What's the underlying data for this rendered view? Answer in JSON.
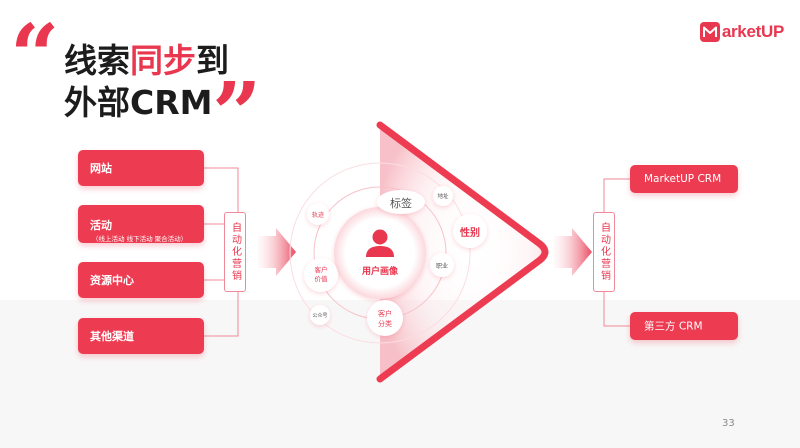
{
  "title": {
    "line1_part1": "线索",
    "line1_highlight": "同步",
    "line1_part2": "到",
    "line2": "外部CRM"
  },
  "quote_open": "“",
  "quote_close": "”",
  "logo": {
    "letter": "M",
    "text": "arketUP"
  },
  "sources": [
    {
      "label": "网站"
    },
    {
      "label": "活动",
      "sub": "（线上活动 线下活动 聚合活动）"
    },
    {
      "label": "资源中心"
    },
    {
      "label": "其他渠道"
    }
  ],
  "auto_left": "自动化营销",
  "auto_right": "自动化营销",
  "hub": {
    "center": "用户画像",
    "bubbles": {
      "tag": "标签",
      "gender": "性别",
      "address": "地址",
      "job": "职业",
      "track": "轨迹",
      "value_l1": "客户",
      "value_l2": "价值",
      "public": "公众号",
      "class_l1": "客户",
      "class_l2": "分类"
    }
  },
  "targets": [
    {
      "label": "MarketUP CRM"
    },
    {
      "label": "第三方 CRM"
    }
  ],
  "colors": {
    "accent": "#e8374f",
    "box": "#ed3c52"
  },
  "page_number": "33"
}
